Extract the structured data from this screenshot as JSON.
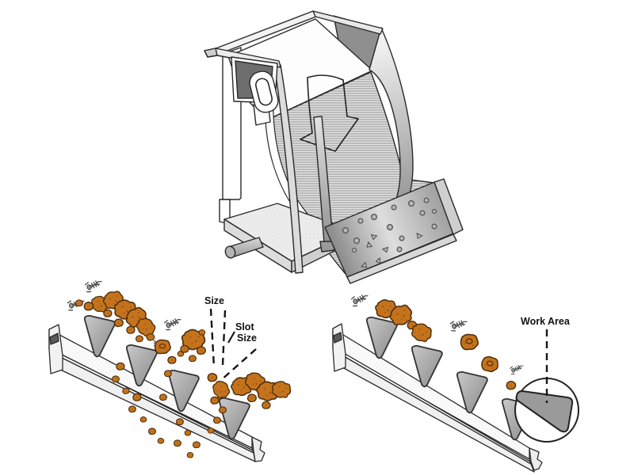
{
  "labels": {
    "size": "Size",
    "slot_size_line1": "Slot",
    "slot_size_line2": "Size",
    "work_area": "Work Area"
  },
  "colors": {
    "background": "#ffffff",
    "outline": "#2a2a2a",
    "rock_fill": "#c4731c",
    "rock_stroke": "#4f2e0c",
    "steel_light": "#e8e8e8",
    "steel_mid": "#a8a8a8",
    "steel_dark": "#6e6e6e",
    "mesh_line": "#8f8f8f"
  }
}
